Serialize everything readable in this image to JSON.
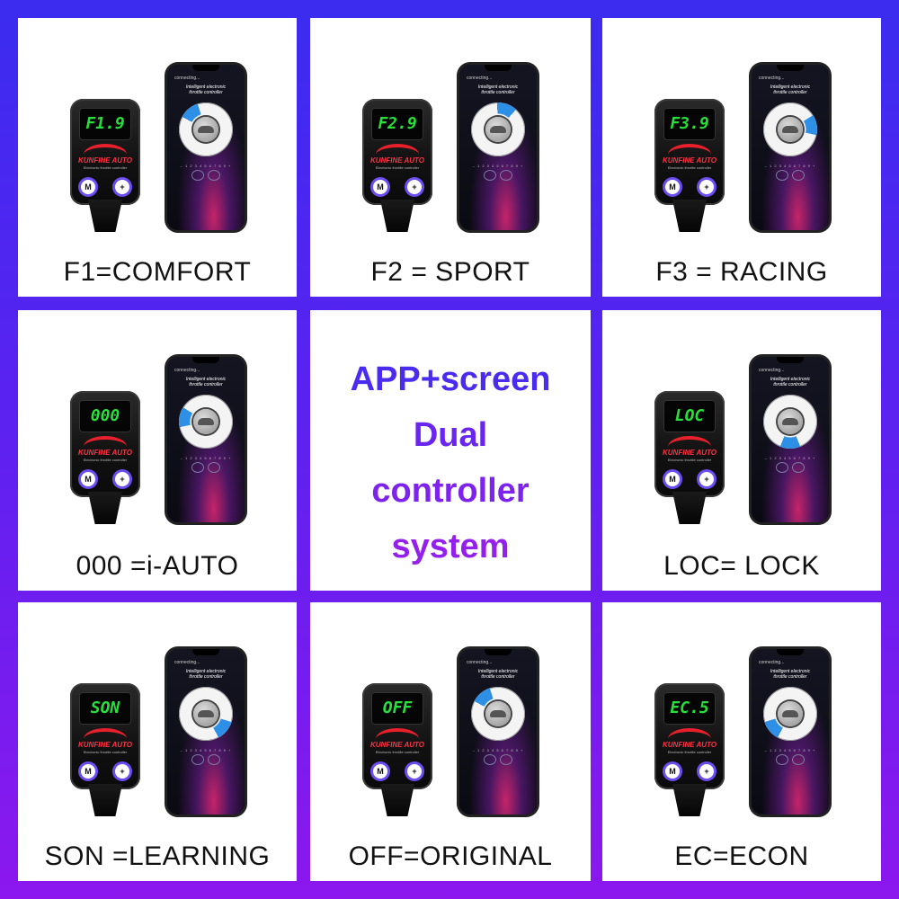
{
  "center": {
    "lines": [
      "APP+screen",
      "Dual",
      "controller",
      "system"
    ],
    "colors": [
      "#4a2cf0",
      "#6a26ef",
      "#7e22ee",
      "#9420ec"
    ]
  },
  "phone_common": {
    "status": "connecting...",
    "title_line1": "Intelligent electronic",
    "title_line2": "throttle controller",
    "ticks": "– 1 2 3 4 5 6 7 8 9 +"
  },
  "controller_common": {
    "brand": "KUNFINE AUTO",
    "brand_sub": "Electronic throttle controller",
    "btn_m": "M",
    "btn_plus": "+"
  },
  "tiles": [
    {
      "display": "F1.9",
      "caption": "F1=COMFORT",
      "active_mode": "comfort"
    },
    {
      "display": "F2.9",
      "caption": "F2 = SPORT",
      "active_mode": "sport"
    },
    {
      "display": "F3.9",
      "caption": "F3 = RACING",
      "active_mode": "racing"
    },
    {
      "display": "000",
      "caption": "000 =i-AUTO",
      "active_mode": "i-auto"
    },
    {
      "display": "LOC",
      "caption": "LOC= LOCK",
      "active_mode": "lock"
    },
    {
      "display": "SON",
      "caption": "SON =LEARNING",
      "active_mode": "learning"
    },
    {
      "display": "OFF",
      "caption": "OFF=ORIGINAL",
      "active_mode": "original"
    },
    {
      "display": "EC.5",
      "caption": "EC=ECON",
      "active_mode": "econ"
    }
  ],
  "accent_colors": {
    "active_segment": "#2e8fe6",
    "lcd_green": "#27e03a",
    "brand_red": "#ff3344"
  }
}
